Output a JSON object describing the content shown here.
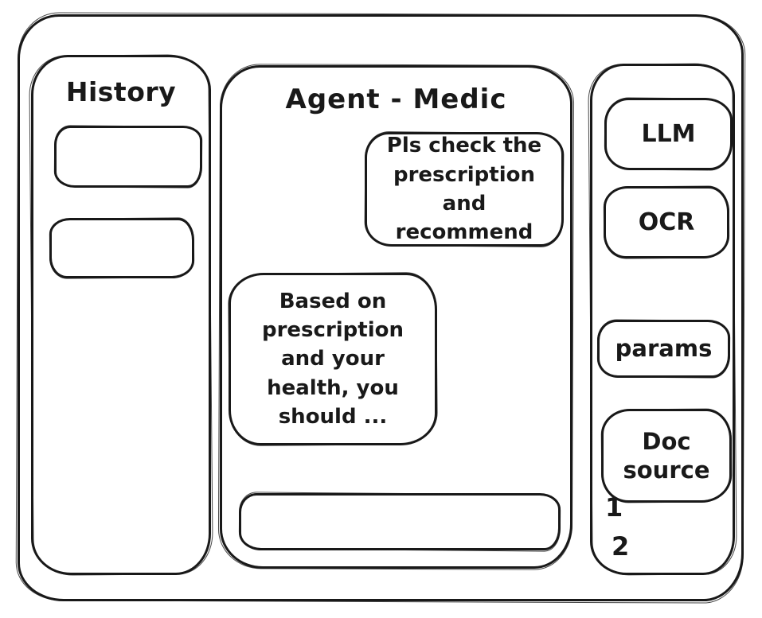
{
  "colors": {
    "ink": "#191919",
    "background": "#ffffff"
  },
  "header": {
    "title": "Agent - Medic"
  },
  "history_panel": {
    "title": "History",
    "items": [
      {
        "label": ""
      },
      {
        "label": ""
      }
    ]
  },
  "chat": {
    "messages": [
      {
        "role": "user",
        "text": "Pls check the prescription and recommend"
      },
      {
        "role": "agent",
        "text": "Based on prescription and your health, you should ..."
      }
    ],
    "input": {
      "value": "",
      "placeholder": ""
    }
  },
  "tools_panel": {
    "buttons": [
      {
        "label": "LLM"
      },
      {
        "label": "OCR"
      },
      {
        "label": "params"
      },
      {
        "label": "Doc source"
      }
    ],
    "doc_list": [
      "1",
      "2"
    ]
  }
}
